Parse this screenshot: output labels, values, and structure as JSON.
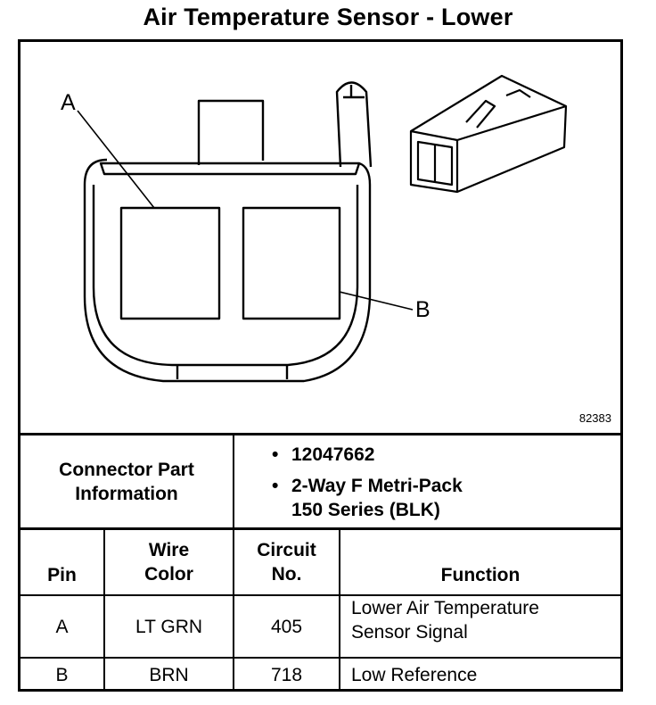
{
  "title": "Air Temperature Sensor - Lower",
  "diagram": {
    "label_a": "A",
    "label_b": "B",
    "figure_number": "82383",
    "icons": [
      "connector-face-view",
      "connector-3d-view"
    ]
  },
  "connector_info": {
    "label": "Connector Part Information",
    "label_line1": "Connector Part",
    "label_line2": "Information",
    "part_number": "12047662",
    "description_line1": "2-Way F Metri-Pack",
    "description_line2": "150 Series (BLK)"
  },
  "table": {
    "headers": {
      "pin": "Pin",
      "wire_color_line1": "Wire",
      "wire_color_line2": "Color",
      "circuit_line1": "Circuit",
      "circuit_line2": "No.",
      "function": "Function"
    },
    "rows": [
      {
        "pin": "A",
        "wire_color": "LT GRN",
        "circuit": "405",
        "function_line1": "Lower Air Temperature",
        "function_line2": "Sensor Signal"
      },
      {
        "pin": "B",
        "wire_color": "BRN",
        "circuit": "718",
        "function_line1": "Low Reference",
        "function_line2": ""
      }
    ]
  }
}
